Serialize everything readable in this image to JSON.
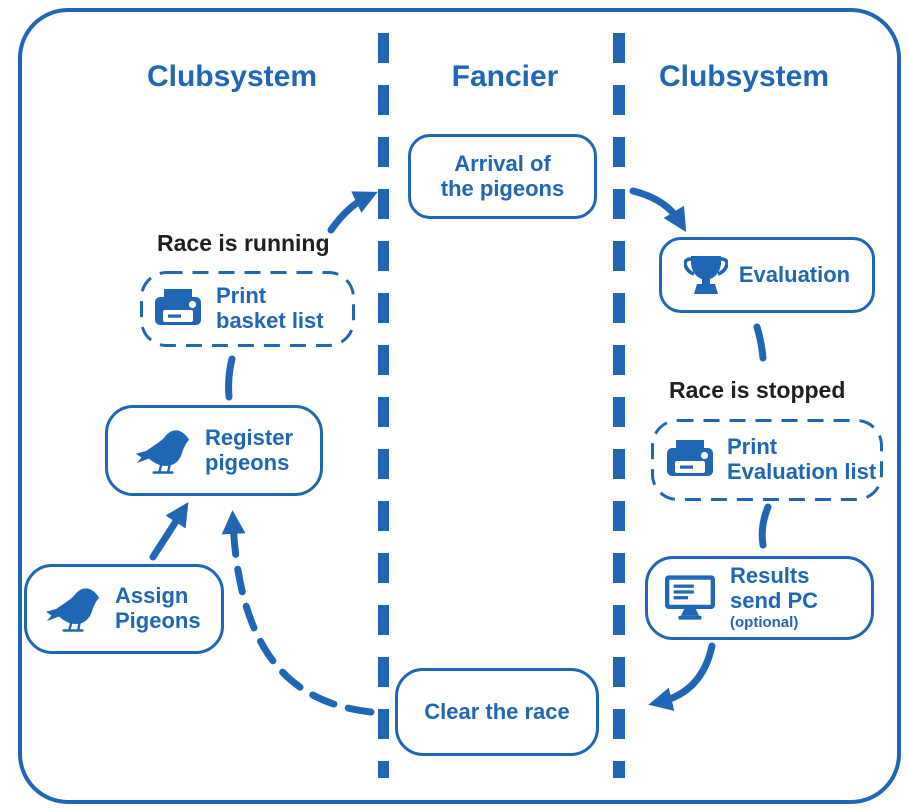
{
  "diagram": {
    "colors": {
      "primary": "#1f66b4",
      "label_text": "#1f1f1f",
      "background": "#ffffff"
    },
    "columns": [
      {
        "label": "Clubsystem"
      },
      {
        "label": "Fancier"
      },
      {
        "label": "Clubsystem"
      }
    ],
    "status_labels": {
      "running": "Race is running",
      "stopped": "Race is stopped"
    },
    "nodes": {
      "arrival": {
        "line1": "Arrival of",
        "line2": "the pigeons",
        "style": "solid"
      },
      "evaluation": {
        "label": "Evaluation",
        "icon": "trophy-icon",
        "style": "solid"
      },
      "print_basket": {
        "line1": "Print",
        "line2": "basket list",
        "icon": "printer-icon",
        "style": "dashed"
      },
      "register": {
        "line1": "Register",
        "line2": "pigeons",
        "icon": "pigeon-icon",
        "style": "solid"
      },
      "assign": {
        "line1": "Assign",
        "line2": "Pigeons",
        "icon": "pigeon-icon",
        "style": "solid"
      },
      "print_evaluation": {
        "line1": "Print",
        "line2": "Evaluation list",
        "icon": "printer-icon",
        "style": "dashed"
      },
      "results": {
        "line1": "Results",
        "line2": "send PC",
        "note": "(optional)",
        "icon": "monitor-icon",
        "style": "solid"
      },
      "clear": {
        "label": "Clear the race",
        "style": "solid"
      }
    },
    "edges": [
      {
        "from": "race_running_label",
        "to": "arrival",
        "style": "solid-arrow"
      },
      {
        "from": "arrival",
        "to": "evaluation",
        "style": "solid-arrow"
      },
      {
        "from": "evaluation",
        "to": "race_stopped_label",
        "style": "connector"
      },
      {
        "from": "print_basket",
        "to": "register",
        "style": "connector"
      },
      {
        "from": "assign",
        "to": "register",
        "style": "solid-arrow"
      },
      {
        "from": "clear",
        "to": "register",
        "style": "dashed-arrow"
      },
      {
        "from": "print_evaluation",
        "to": "results",
        "style": "connector"
      },
      {
        "from": "results",
        "to": "clear",
        "style": "solid-arrow"
      }
    ]
  }
}
